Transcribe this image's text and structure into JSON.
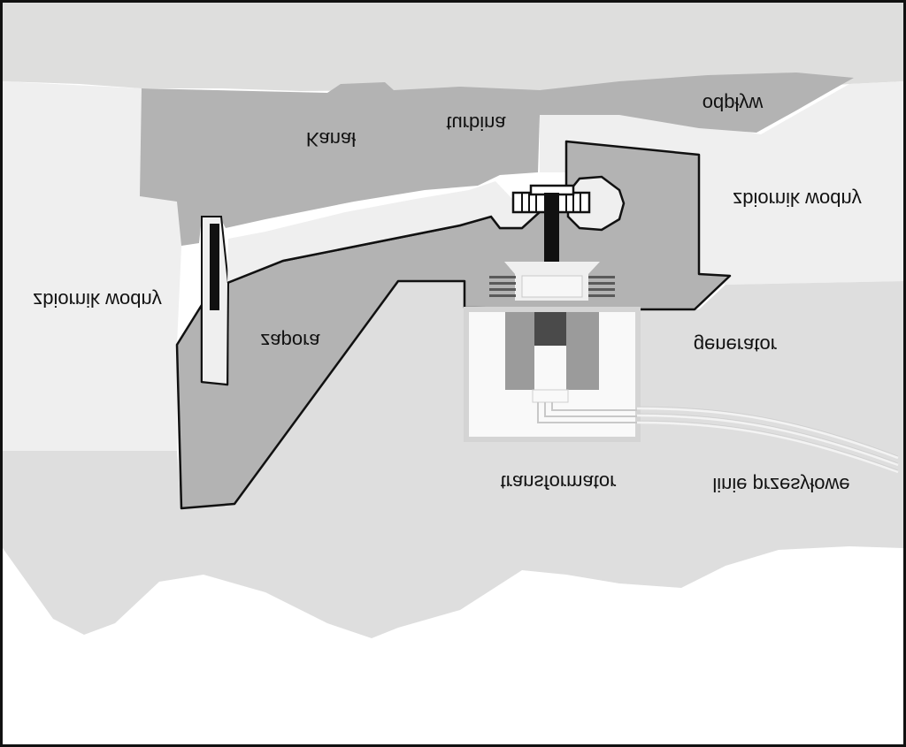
{
  "labels": {
    "canal": "Kanał",
    "turbine": "turbina",
    "outflow": "odpływ",
    "reservoir_right": "zbiornik wodny",
    "reservoir_left": "zbiornik wodny",
    "dam": "zapora",
    "generator": "generator",
    "transformer": "transformator",
    "power_lines": "linie przesyłowe"
  },
  "colors": {
    "background": "#ffffff",
    "sky": "#dededd",
    "water": "#efefef",
    "dam_body": "#b3b3b3",
    "ground": "#dedede",
    "outline": "#111111",
    "generator_block": "#9b9b9b",
    "generator_core": "#4a4a4a"
  }
}
